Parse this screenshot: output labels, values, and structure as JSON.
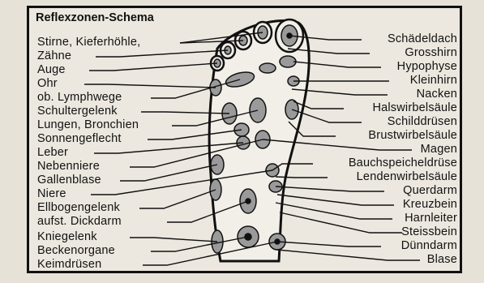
{
  "title": "Reflexzonen-Schema",
  "left_labels": [
    "Stirne, Kieferhöhle,",
    "Zähne",
    "Auge",
    "Ohr",
    "ob. Lymphwege",
    "Schultergelenk",
    "Lungen, Bronchien",
    "Sonnengeflecht",
    "Leber",
    "Nebenniere",
    "Gallenblase",
    "Niere",
    "Ellbogengelenk",
    "aufst. Dickdarm",
    "Kniegelenk",
    "Beckenorgane",
    "Keimdrüsen"
  ],
  "right_labels": [
    "Schädeldach",
    "Grosshirn",
    "Hypophyse",
    "Kleinhirn",
    "Nacken",
    "Halswirbelsäule",
    "Schilddrüsen",
    "Brustwirbelsäule",
    "Magen",
    "Bauchspeicheldrüse",
    "Lendenwirbelsäule",
    "Querdarm",
    "Kreuzbein",
    "Harnleiter",
    "Steissbein",
    "Dünndarm",
    "Blase"
  ],
  "colors": {
    "ink": "#111111",
    "zone_fill": "#9a9a9a",
    "paper": "#ece8df"
  }
}
